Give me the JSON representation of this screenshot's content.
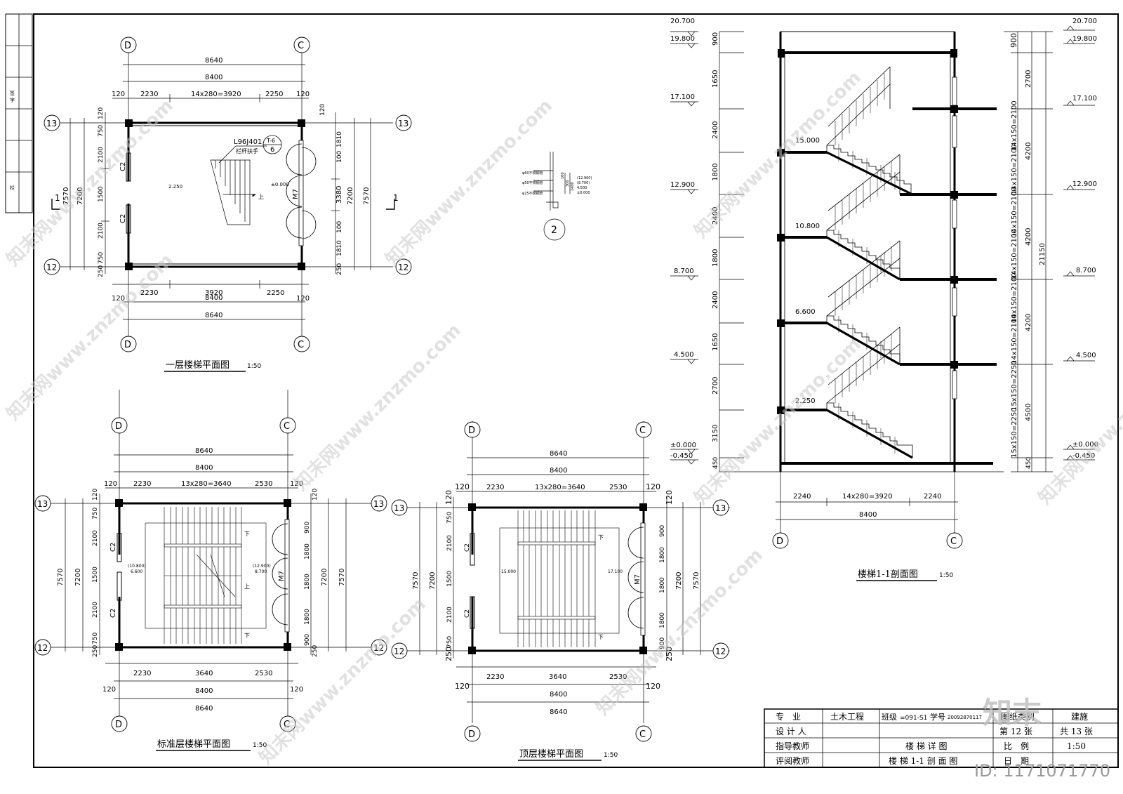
{
  "watermark": "知末网www.znzmo.com",
  "brand": {
    "logo_text": "知末",
    "id_label": "ID: 1171071770"
  },
  "axes": {
    "D": "D",
    "C": "C",
    "n13": "13",
    "n12": "12"
  },
  "plan1": {
    "title": "一层楼梯平面图",
    "scale": "1:50",
    "top_dims": [
      "8640",
      "8400",
      "120",
      "2230",
      "14x280=3920",
      "2250",
      "120"
    ],
    "bottom_dims": [
      "2230",
      "3920",
      "2250",
      "120",
      "120",
      "8400",
      "8640"
    ],
    "left_dims": [
      "120",
      "750",
      "2100",
      "1500",
      "2100",
      "750",
      "250",
      "7200",
      "7570"
    ],
    "right_dims": [
      "120",
      "1810",
      "100",
      "3380",
      "100",
      "1810",
      "250",
      "7200",
      "7570"
    ],
    "window": "C2",
    "door": "M7",
    "detail_ref": "L96J401",
    "detail_sub": "栏杆扶手",
    "detail_num_top": "T-6",
    "detail_num_bottom": "6",
    "level_mark": "±0.000",
    "level_small": "2.250",
    "up": "上",
    "section_mark": "1"
  },
  "plan2": {
    "title": "标准层楼梯平面图",
    "scale": "1:50",
    "top_dims": [
      "8640",
      "8400",
      "120",
      "2230",
      "13x280=3640",
      "2530",
      "120"
    ],
    "bottom_dims": [
      "2230",
      "3640",
      "2530",
      "120",
      "120",
      "8400",
      "8640"
    ],
    "left_dims": [
      "120",
      "750",
      "2100",
      "1500",
      "2100",
      "750",
      "250",
      "7200",
      "7570"
    ],
    "right_dims": [
      "120",
      "900",
      "1800",
      "1800",
      "1800",
      "900",
      "250",
      "7200",
      "7570"
    ],
    "window": "C2",
    "door": "M7",
    "level_left": "(10.800)",
    "level_left2": "6.600",
    "level_right": "(12.900)",
    "level_right2": "8.700",
    "down": "下",
    "up": "上"
  },
  "plan3": {
    "title": "顶层楼梯平面图",
    "scale": "1:50",
    "top_dims": [
      "8640",
      "8400",
      "120",
      "2230",
      "13x280=3640",
      "2530",
      "120"
    ],
    "bottom_dims": [
      "2230",
      "3640",
      "2530",
      "120",
      "120",
      "8400",
      "8640"
    ],
    "left_dims": [
      "120",
      "750",
      "2100",
      "1500",
      "2100",
      "750",
      "250",
      "7200",
      "7570"
    ],
    "right_dims": [
      "120",
      "900",
      "1800",
      "1800",
      "1800",
      "900",
      "250",
      "7200",
      "7570"
    ],
    "window": "C2",
    "door": "M7",
    "level_left": "15.000",
    "level_right": "17.100",
    "down": "下"
  },
  "detail2": {
    "num": "2",
    "labels": [
      "φ60不锈钢管",
      "φ50不锈钢管",
      "φ25不锈钢管"
    ],
    "levels": [
      "(12.900)",
      "(8.700)",
      "4.500",
      "±0.000"
    ],
    "dims": [
      "100",
      "300",
      "2400"
    ]
  },
  "section": {
    "title": "楼梯1-1剖面图",
    "scale": "1:50",
    "left_levels": [
      "20.700",
      "19.800",
      "17.100",
      "12.900",
      "8.700",
      "4.500",
      "±0.000",
      "-0.450"
    ],
    "left_dims": [
      "900",
      "1650",
      "2400",
      "1800",
      "2400",
      "1800",
      "2400",
      "1650",
      "2700",
      "3150",
      "450"
    ],
    "landing_levels": [
      "15.000",
      "10.800",
      "6.600",
      "2.250"
    ],
    "right_levels": [
      "20.700",
      "19.800",
      "17.100",
      "12.900",
      "8.700",
      "4.500",
      "±0.000",
      "-0.450"
    ],
    "right_dims": [
      "900",
      "2700",
      "4200",
      "4200",
      "4200",
      "4500",
      "450"
    ],
    "right_flights": [
      "14x150=2100",
      "14x150=2100",
      "14x150=2100",
      "14x150=2100",
      "14x150=2100",
      "14x150=2100",
      "15x150=2250",
      "15x150=2250"
    ],
    "total": "21150",
    "bottom_dims": [
      "2240",
      "14x280=3920",
      "2240",
      "8400"
    ]
  },
  "title_block": {
    "r1": [
      "专　业",
      "土木工程",
      "班级",
      "=091-S1",
      "学号",
      "20092870117",
      "图纸类别",
      "建施"
    ],
    "r2": [
      "设 计 人",
      "第 12 张",
      "共 13 张"
    ],
    "r3": [
      "指导教师",
      "楼 梯 详 图",
      "比　例",
      "1:50"
    ],
    "r4": [
      "评阅教师",
      "楼 梯 1-1 剖 面 图",
      "日　期"
    ]
  },
  "side_strip": [
    "签",
    "字",
    "栏"
  ]
}
